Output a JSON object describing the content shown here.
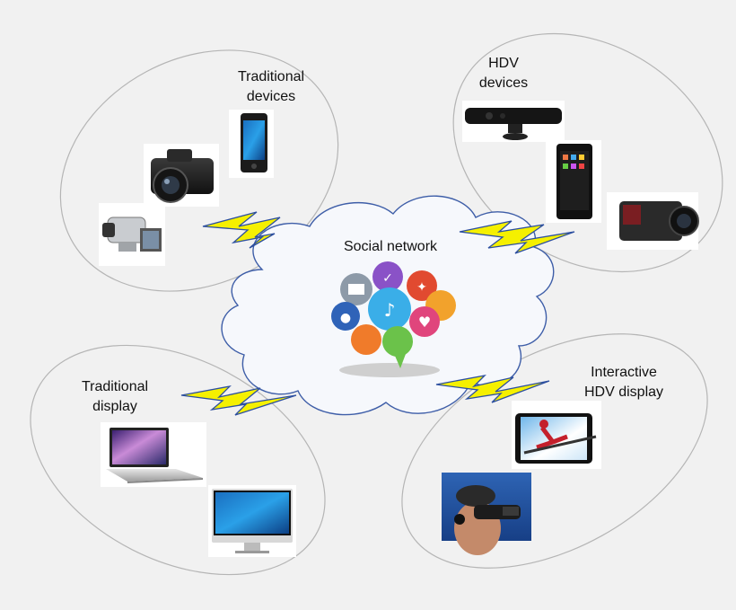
{
  "groups": {
    "traditional_devices": {
      "line1": "Traditional",
      "line2": "devices"
    },
    "hdv_devices": {
      "line1": "HDV",
      "line2": "devices"
    },
    "traditional_display": {
      "line1": "Traditional",
      "line2": "display"
    },
    "interactive_hdv_display": {
      "line1": "Interactive",
      "line2": "HDV display"
    }
  },
  "center": {
    "label": "Social network"
  },
  "colors": {
    "ellipse_stroke": "#b5b5b5",
    "cloud_fill": "#f6f8fc",
    "cloud_stroke": "#3e5ea8",
    "bolt_fill": "#f5f000",
    "bolt_stroke": "#2c4fa0"
  },
  "devices": [
    "digital-camera",
    "smartphone",
    "camcorder",
    "motion-sensor-bar",
    "tablet",
    "3d-camera",
    "laptop",
    "desktop-monitor",
    "3d-tablet-display",
    "head-mounted-display"
  ]
}
